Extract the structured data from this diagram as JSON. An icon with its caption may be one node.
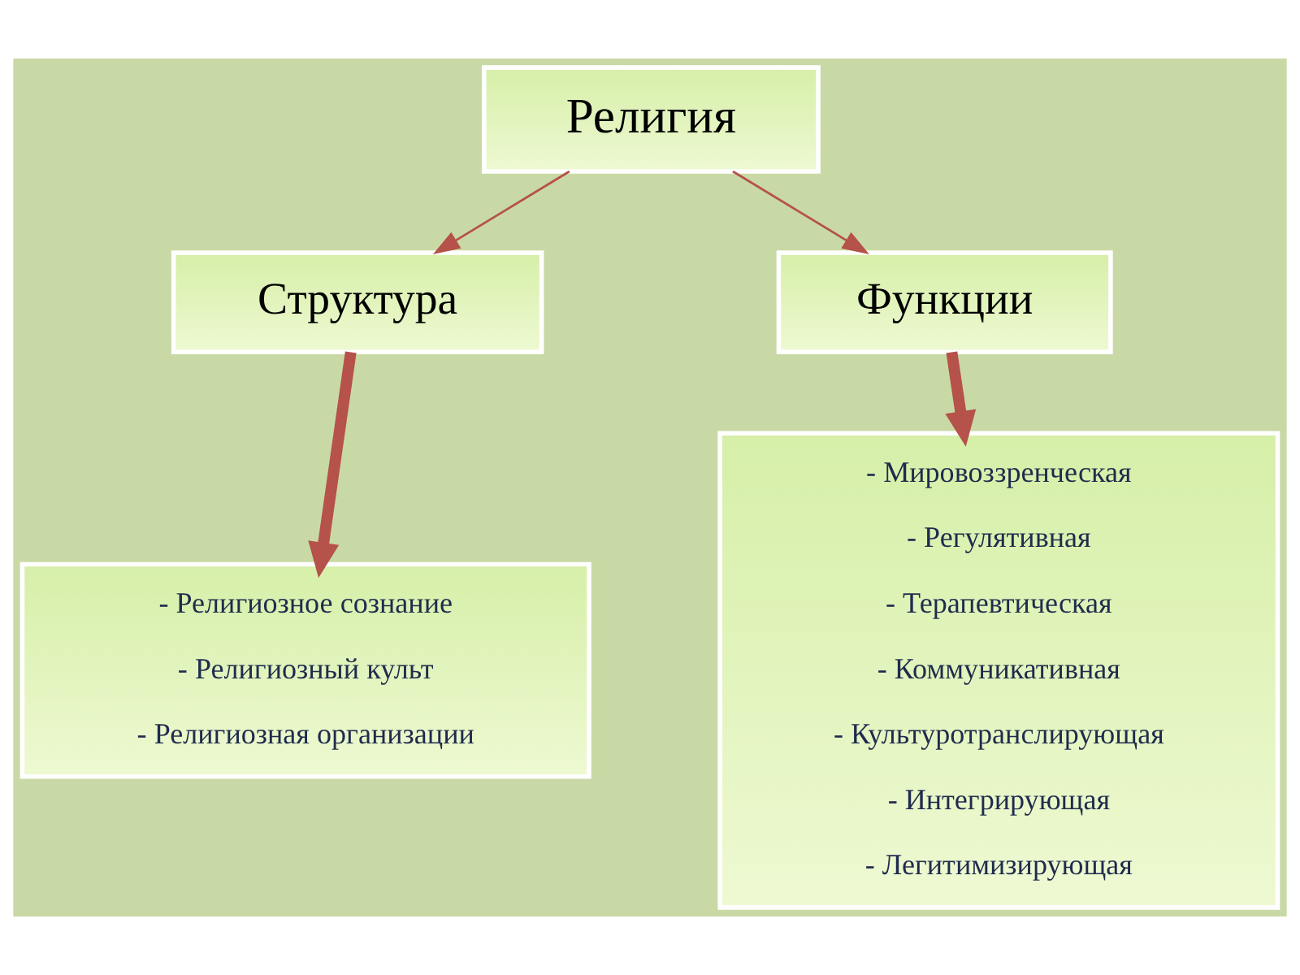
{
  "diagram": {
    "nodes": [
      {
        "text": [
          "Религия"
        ]
      },
      {
        "text": [
          "Структура"
        ]
      },
      {
        "text": [
          "Функции"
        ]
      },
      {
        "text": [
          "- Религиозное сознание",
          "- Религиозный культ",
          "- Религиозная организации"
        ]
      },
      {
        "text": [
          "- Мировоззренческая",
          "- Регулятивная",
          "- Терапевтическая",
          "- Коммуникативная",
          "- Культуротранслирующая",
          "- Интегрирующая",
          "- Легитимизирующая"
        ]
      }
    ],
    "edges": [
      {
        "from": 0,
        "to": 1,
        "arrow": "to"
      },
      {
        "from": 0,
        "to": 2,
        "arrow": "to"
      },
      {
        "from": 1,
        "to": 3,
        "arrow": "to",
        "style": "thick"
      },
      {
        "from": 2,
        "to": 4,
        "arrow": "to",
        "style": "thick"
      }
    ]
  }
}
